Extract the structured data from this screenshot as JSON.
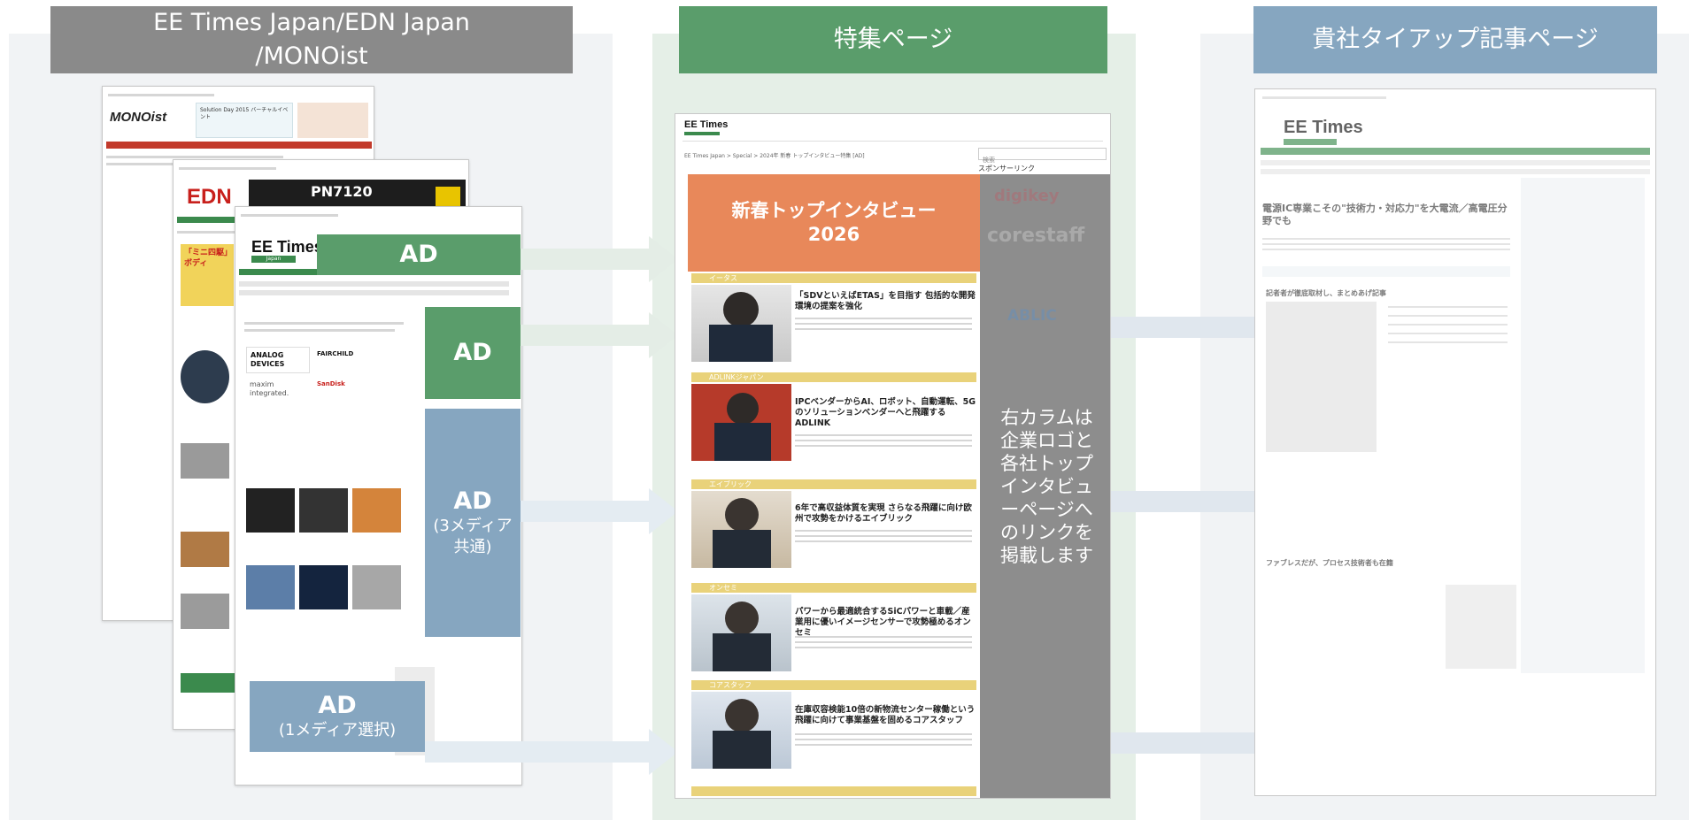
{
  "columns": {
    "left": {
      "header_line1": "EE Times Japan/EDN Japan",
      "header_line2": "/MONOist"
    },
    "middle": {
      "header": "特集ページ"
    },
    "right": {
      "header": "貴社タイアップ記事ページ"
    }
  },
  "ads": {
    "ad1": {
      "label": "AD"
    },
    "ad2": {
      "label": "AD"
    },
    "ad3": {
      "label": "AD",
      "sub_line1": "(3メディア",
      "sub_line2": "共通)"
    },
    "ad4": {
      "label": "AD",
      "sub": "(1メディア選択)"
    }
  },
  "mockups": {
    "monoist": {
      "logo": "MONOist",
      "banner": "Solution Day 2015 バーチャルイベント"
    },
    "edn": {
      "logo": "EDN",
      "banner": "PN7120",
      "headline": "「ミニ四駆」ボディ"
    },
    "eetimes": {
      "logo": "EE Times",
      "logo_sub": "Japan",
      "brands": [
        "ANALOG DEVICES",
        "maxim integrated.",
        "FAIRCHILD",
        "SanDisk"
      ]
    }
  },
  "feature_page": {
    "site_logo": "EE Times",
    "breadcrumb": "EE Times Japan > Special > 2024年 新春 トップインタビュー特集 [AD]",
    "sponsor_label": "スポンサーリンク",
    "search_placeholder": "検索",
    "title_line1": "新春トップインタビュー",
    "title_line2": "2026",
    "sidebar_note": "右カラムは企業ロゴと各社トップインタビューページへのリンクを掲載します",
    "sidebar_logos": [
      "digikey",
      "corestaff",
      "ABLIC"
    ],
    "articles": [
      {
        "company": "イータス",
        "headline": "「SDVといえばETAS」を目指す 包括的な開発環境の提案を強化"
      },
      {
        "company": "ADLINKジャパン",
        "headline": "IPCベンダーからAI、ロボット、自動運転、5Gのソリューションベンダーへと飛躍するADLINK"
      },
      {
        "company": "エイブリック",
        "headline": "6年で高収益体質を実現 さらなる飛躍に向け欧州で攻勢をかけるエイブリック"
      },
      {
        "company": "オンセミ",
        "headline": "パワーから最適統合するSiCパワーと車載／産業用に優いイメージセンサーで攻勢極めるオンセミ"
      },
      {
        "company": "コアスタッフ",
        "headline": "在庫収容検能10倍の新物流センター稼働という飛躍に向けて事業基盤を固めるコアスタッフ"
      }
    ]
  },
  "tieup_page": {
    "site_logo": "EE Times",
    "headline": "電源IC専業こその\"技術力・対応力\"を大電流／高電圧分野でも",
    "section1": "記者者が徹底取材し、まとめあげ記事",
    "section2": "ファブレスだが、プロセス技術者も在籍"
  },
  "colors": {
    "gray_header": "#8a8a8a",
    "green": "#5a9d6b",
    "blue": "#86a6c0",
    "orange": "#e8885a",
    "sidebar_gray": "#8d8d8d"
  }
}
